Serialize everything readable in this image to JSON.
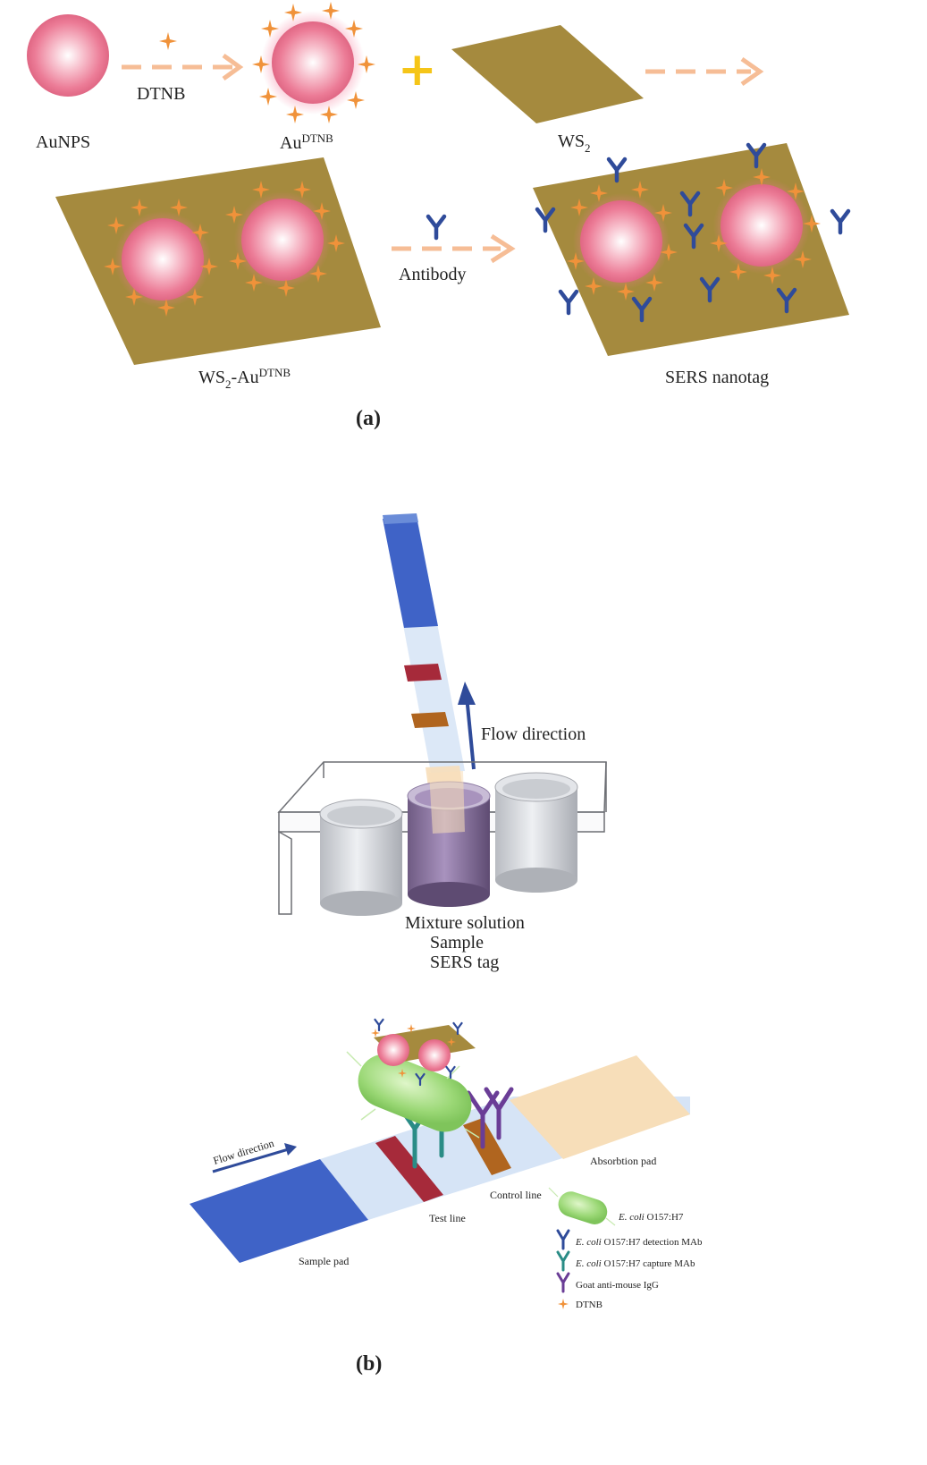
{
  "panel_a": {
    "reagent_label": "DTNB",
    "aunps_label": "AuNPS",
    "au_label_main": "Au",
    "au_label_sup": "DTNB",
    "plus_sign": "+",
    "ws2_label_main": "WS",
    "ws2_label_sub": "2",
    "composite_label_main": "WS",
    "composite_label_sub": "2",
    "composite_label_mid": "-Au",
    "composite_label_sup": "DTNB",
    "antibody_label": "Antibody",
    "nanotag_label": "SERS nanotag",
    "caption": "(a)"
  },
  "panel_b": {
    "flow_direction_label": "Flow direction",
    "mixture_lines": [
      "Mixture solution",
      "Sample",
      "SERS tag"
    ],
    "strip": {
      "flow_direction": "Flow direction",
      "sample_pad": "Sample pad",
      "test_line": "Test line",
      "control_line": "Control line",
      "absorption_pad": "Absorbtion pad"
    },
    "legend": [
      {
        "italic": "E. coli",
        "text": " O157:H7",
        "icon": "bacterium-icon"
      },
      {
        "italic": "E. coli",
        "text": " O157:H7 detection MAb",
        "icon": "detection-antibody-icon"
      },
      {
        "italic": "E. coli",
        "text": " O157:H7 capture MAb",
        "icon": "capture-antibody-icon"
      },
      {
        "italic": "",
        "text": "Goat anti-mouse IgG",
        "icon": "igg-antibody-icon"
      },
      {
        "italic": "",
        "text": "DTNB",
        "icon": "dtnb-star-icon"
      }
    ],
    "caption": "(b)"
  },
  "colors": {
    "sphere": "#ef7d98",
    "sheet": "#a58a3e",
    "star": "#f0923a",
    "dashed_arrow": "#f6bd96",
    "plus": "#f5c518",
    "antibody_blue": "#2f4b9a",
    "antibody_teal": "#2a8c86",
    "antibody_purple": "#6a3d96",
    "sample_pad": "#3f63c7",
    "strip_light": "#d6e4f6",
    "test_line": "#a62a3a",
    "control_line": "#b0651f",
    "absorption_pad": "#f7deb9",
    "bacterium": "#9dde7a",
    "flow_arrow": "#2f4b9a"
  }
}
